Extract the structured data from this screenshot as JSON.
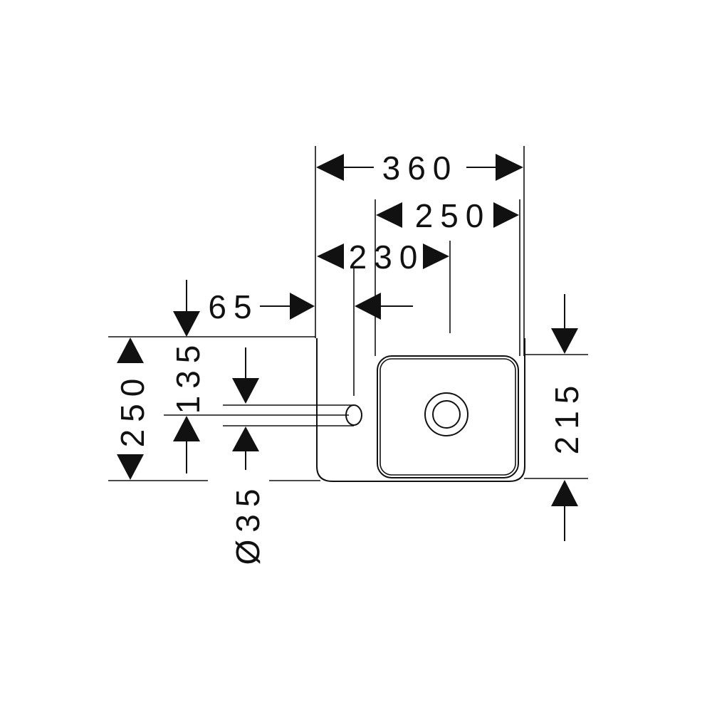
{
  "drawing": {
    "title": "Basin dimension drawing",
    "dimensions": {
      "overall_width": "360",
      "bowl_width": "250",
      "tap_offset": "230",
      "tap_to_bowl": "65",
      "overall_depth": "250",
      "tap_hole_depth": "135",
      "tap_hole_diameter": "Ø35",
      "bowl_depth": "215"
    },
    "colors": {
      "line": "#111111",
      "background": "#ffffff"
    }
  }
}
